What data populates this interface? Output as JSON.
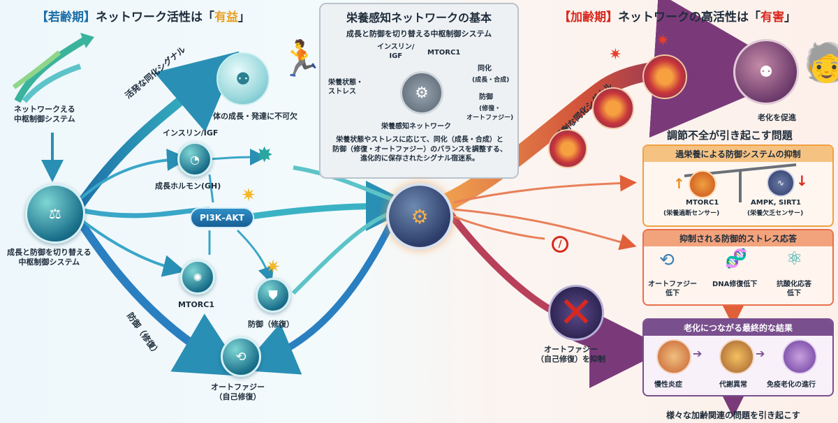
{
  "left": {
    "title_bracket": "【若齢期】",
    "title_main": "ネットワーク活性は「",
    "title_emph": "有益",
    "title_end": "」",
    "top_label": "ネットワークえる\n中枢制御システム",
    "hub_label": "成長と防御を切り替える\n中枢制御システム",
    "signal_label": "活発な同化シグナル",
    "defense_label": "防御（修復）",
    "growth_caption": "体の成長・発達に不可欠",
    "insulin_label": "インスリン/IGF",
    "gh_label": "成長ホルモン(GH)",
    "pi3k_label": "PI3K–AKT",
    "mtorc1_label": "MTORC1",
    "defense_node_label": "防御（修復）",
    "autophagy_label": "オートファジー\n（自己修復）"
  },
  "center": {
    "title": "栄養感知ネットワークの基本",
    "subtitle": "成長と防御を切り替える中枢制御システム",
    "insulin": "インスリン/\nIGF",
    "mtorc1": "MTORC1",
    "nutrition": "栄養状態・\nストレス",
    "anabolism": "同化",
    "anabolism_sub": "(成長・合成)",
    "defense": "防御",
    "defense_sub": "(修徨・\nオートファジー)",
    "network": "栄養感知ネットワーク",
    "description": "栄養状態やストレスに応じて、同化（成長・合成）と\n防御（修復・オートファジー）のバランスを調整する、\n進化的に保存されたシグナル宿迷系。"
  },
  "right": {
    "title_bracket": "【加齢期】",
    "title_main": "ネットワークの高活性は「",
    "title_emph": "有害",
    "title_end": "」",
    "signal_label": "過剰な同化シグナル",
    "aging_label": "老化を促進",
    "autophagy_suppressed": "オートファジー\n（自己修復）を抑制",
    "problems_title": "調節不全が引き起こす問題",
    "box1_title": "過栄養による防御システムの抑制",
    "mtorc1_name": "MTORC1",
    "mtorc1_sub": "(栄養過断センサー)",
    "ampk_name": "AMPK, SIRT1",
    "ampk_sub": "(栄養欠乏センサー)",
    "box2_title": "抑制される防御的ストレス応答",
    "item_autophagy": "オートファジー\n低下",
    "item_dna": "DNA修復低下",
    "item_antiox": "抗酸化応答\n低下",
    "box3_title": "老化につながる最終的な結果",
    "result1": "慢性炎症",
    "result2": "代謝異常",
    "result3": "免疫老化の進行",
    "footer": "様々な加齢関連の問題を引き起こす"
  },
  "colors": {
    "teal": "#1a6f8a",
    "left_emph": "#e8a020",
    "right_emph": "#d8281f",
    "orange_head": "#f0a040",
    "purple_head": "#7a4f8e"
  },
  "icons": [
    "scales-icon",
    "runner-icon",
    "cell-icon",
    "gear-icon",
    "shield-icon",
    "network-icon",
    "aging-person-icon",
    "dna-icon",
    "atom-icon",
    "prohibit-icon"
  ]
}
